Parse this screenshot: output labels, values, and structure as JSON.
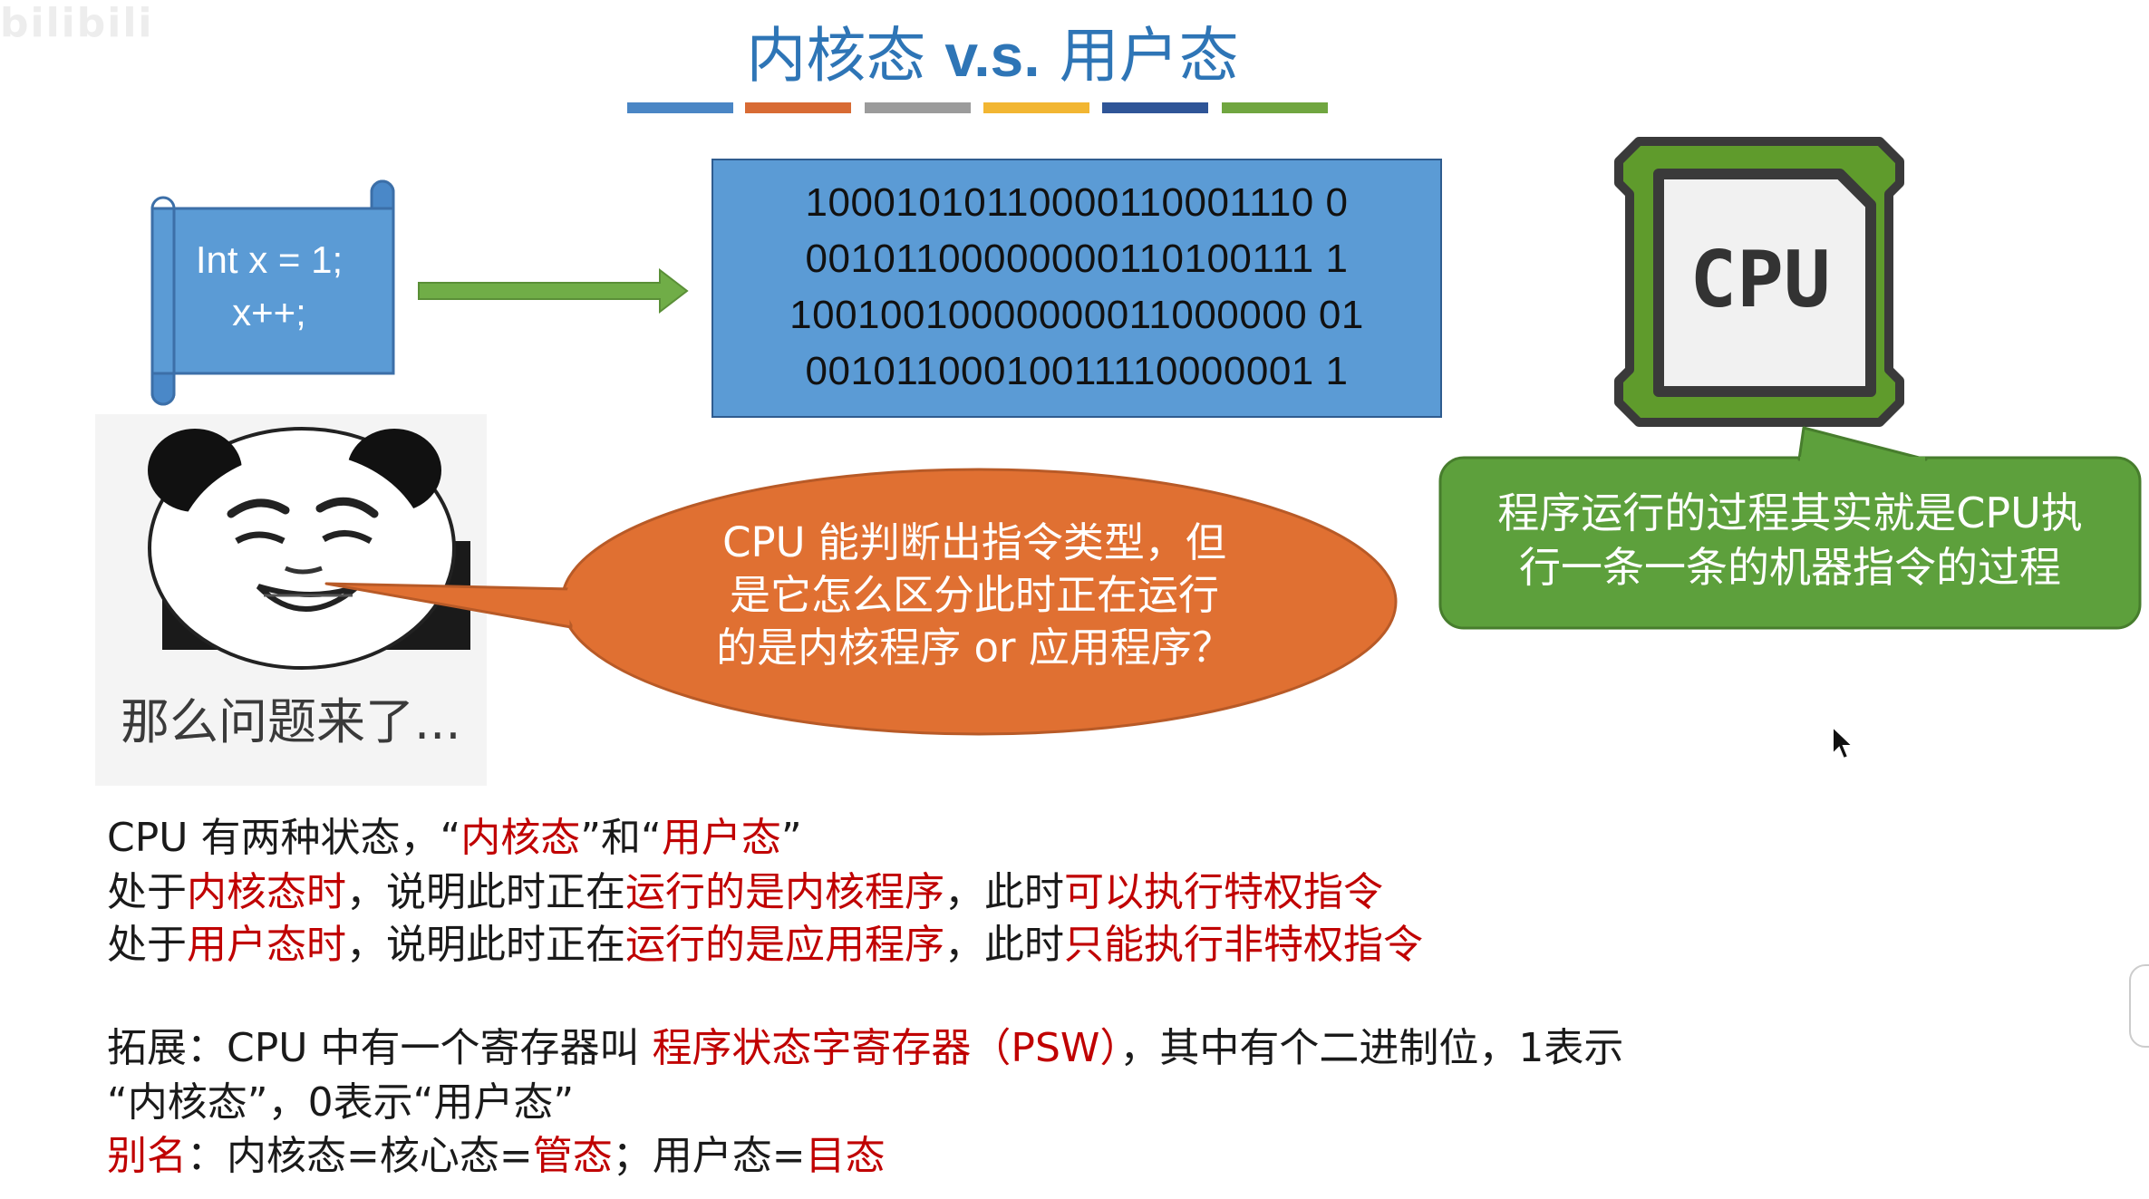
{
  "watermark": "bilibili",
  "title": {
    "left": "内核态",
    "sep": "v.s.",
    "right": "用户态"
  },
  "colors": {
    "bar": [
      "#4a86c5",
      "#d86b34",
      "#9b9b9b",
      "#f2b632",
      "#2f5597",
      "#70a640"
    ],
    "title": "#2e75b6",
    "scroll": "#5b9bd5",
    "arrow": "#70ad47",
    "orange": "#e07032",
    "green": "#5da03c",
    "red": "#c00000"
  },
  "code": {
    "line1": "Int x = 1;",
    "line2": "x++;"
  },
  "binary": [
    "10001010110000110001110 0",
    "00101100000000110100111 1",
    "10010010000000011000000 01",
    "00101100010011110000001 1"
  ],
  "cpu_label": "CPU",
  "green_callout": {
    "line1": "程序运行的过程其实就是CPU执",
    "line2": "行一条一条的机器指令的过程"
  },
  "meme_caption": "那么问题来了...",
  "orange_callout": {
    "line1": "CPU 能判断出指令类型，但",
    "line2": "是它怎么区分此时正在运行",
    "line3": "的是内核程序 or 应用程序？"
  },
  "body": {
    "l1": {
      "a": "CPU 有两种状态，“",
      "b": "内核态",
      "c": "”和“",
      "d": "用户态",
      "e": "”"
    },
    "l2": {
      "a": "处于",
      "b": "内核态时",
      "c": "，说明此时正在",
      "d": "运行的是内核程序",
      "e": "，此时",
      "f": "可以执行特权指令"
    },
    "l3": {
      "a": "处于",
      "b": "用户态时",
      "c": "，说明此时正在",
      "d": "运行的是应用程序",
      "e": "，此时",
      "f": "只能执行非特权指令"
    },
    "l4": {
      "a": "拓展：CPU 中有一个寄存器叫 ",
      "b": "程序状态字寄存器（PSW）",
      "c": "，其中有个二进制位，1表示"
    },
    "l5": {
      "a": "“内核态”，0表示“用户态”"
    },
    "l6": {
      "a": "别名",
      "b": "：内核态=核心态=",
      "c": "管态",
      "d": "；用户态=",
      "e": "目态"
    }
  }
}
